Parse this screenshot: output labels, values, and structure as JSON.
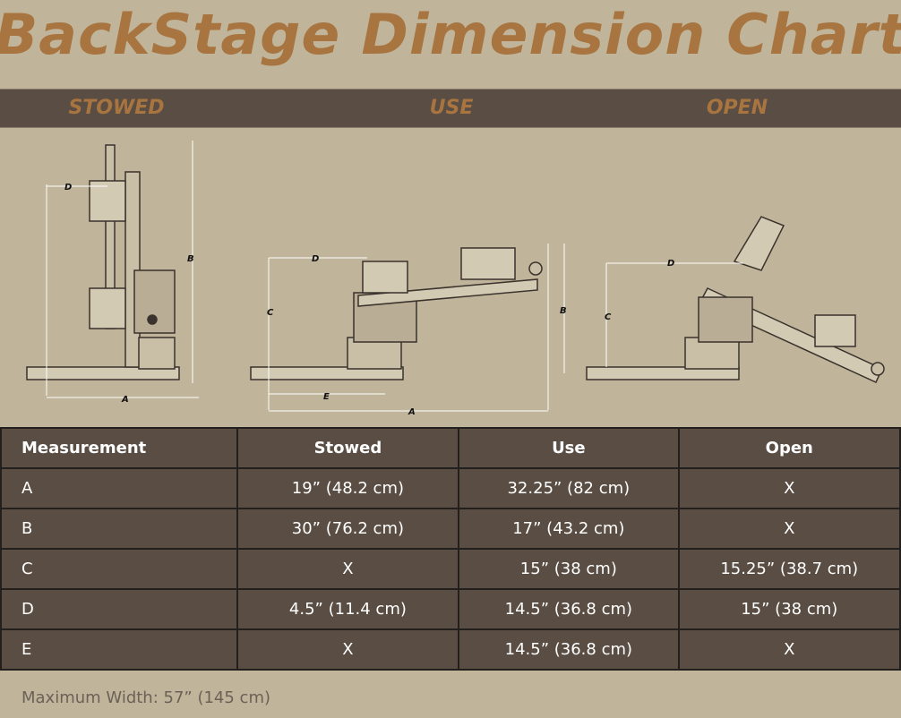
{
  "title": "BackStage Dimension Chart",
  "sections": [
    "STOWED",
    "USE",
    "OPEN"
  ],
  "dimension_labels": {
    "a": "A",
    "b": "B",
    "c": "C",
    "d": "D",
    "e": "E"
  },
  "table": {
    "headers": [
      "Measurement",
      "Stowed",
      "Use",
      "Open"
    ],
    "rows": [
      [
        "A",
        "19” (48.2 cm)",
        "32.25” (82 cm)",
        "X"
      ],
      [
        "B",
        "30” (76.2 cm)",
        "17” (43.2 cm)",
        "X"
      ],
      [
        "C",
        "X",
        "15” (38 cm)",
        "15.25” (38.7 cm)"
      ],
      [
        "D",
        "4.5” (11.4 cm)",
        "14.5” (36.8 cm)",
        "15” (38 cm)"
      ],
      [
        "E",
        "X",
        "14.5” (36.8 cm)",
        "X"
      ]
    ]
  },
  "footer": "Maximum Width: 57” (145 cm)",
  "colors": {
    "title": "#a8743f",
    "background": "#c0b59b",
    "panel": "#5a4d43"
  }
}
